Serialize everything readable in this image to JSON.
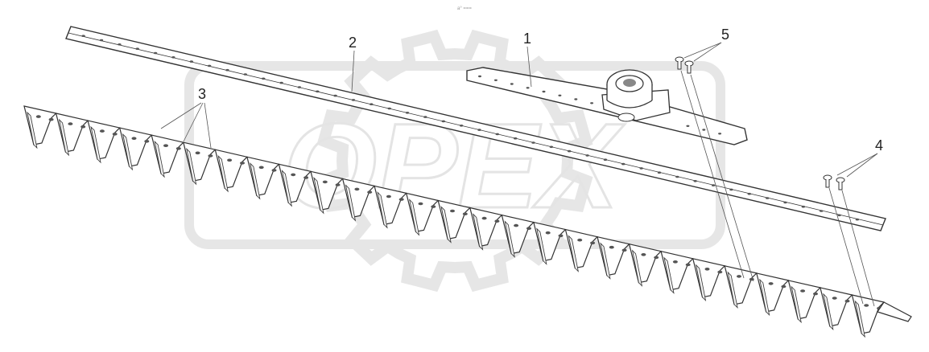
{
  "header": {
    "caption": "a° ==="
  },
  "watermark": {
    "text": "OPEX",
    "gear_color": "#e6e6e6",
    "text_color": "#e4e4e4"
  },
  "colors": {
    "line": "#333333",
    "part_fill": "#ffffff",
    "hole": "#555555",
    "shade": "#f1f1f1"
  },
  "callouts": [
    {
      "id": "1",
      "label": "1"
    },
    {
      "id": "2",
      "label": "2"
    },
    {
      "id": "3",
      "label": "3"
    },
    {
      "id": "4",
      "label": "4"
    },
    {
      "id": "5",
      "label": "5"
    }
  ],
  "parts": [
    {
      "id": "1",
      "icon": "knife-head-bar"
    },
    {
      "id": "2",
      "icon": "knife-back-bar"
    },
    {
      "id": "3",
      "icon": "knife-section-row"
    },
    {
      "id": "4",
      "icon": "rivet-pair"
    },
    {
      "id": "5",
      "icon": "rivet-pair"
    }
  ]
}
